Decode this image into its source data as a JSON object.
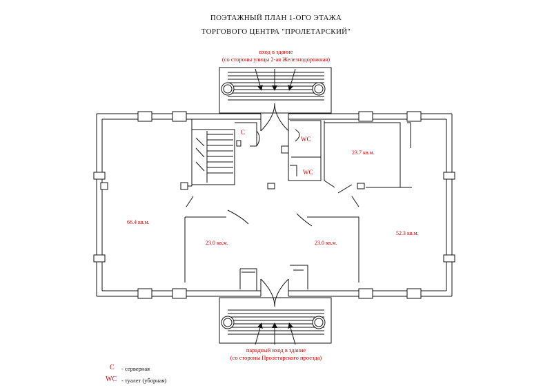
{
  "title": {
    "line1": "ПОЭТАЖНЫЙ ПЛАН 1-ОГО ЭТАЖА",
    "line2": "ТОРГОВОГО ЦЕНТРА \"ПРОЛЕТАРСКИЙ\""
  },
  "entrances": {
    "top_line1": "вход в здание",
    "top_line2": "(со стороны улицы 2-ая Железнодорожная)",
    "bottom_line1": "парадный вход в здание",
    "bottom_line2": "(со стороны Пролетарского проезда)"
  },
  "rooms": {
    "left_large": "66.4 кв.м.",
    "center_left": "23.0 кв.м.",
    "center_right": "23.0 кв.м.",
    "upper_right": "23.7 кв.м.",
    "right_large": "52.3 кв.м.",
    "server_symbol": "C",
    "wc_upper": "WC",
    "wc_lower": "WC"
  },
  "legend": {
    "server_symbol": "C",
    "server_text": "- серверная",
    "wc_symbol": "WC",
    "wc_text": "- туалет (уборная)"
  },
  "colors": {
    "label_red": "#c00000",
    "wall": "#111111"
  }
}
